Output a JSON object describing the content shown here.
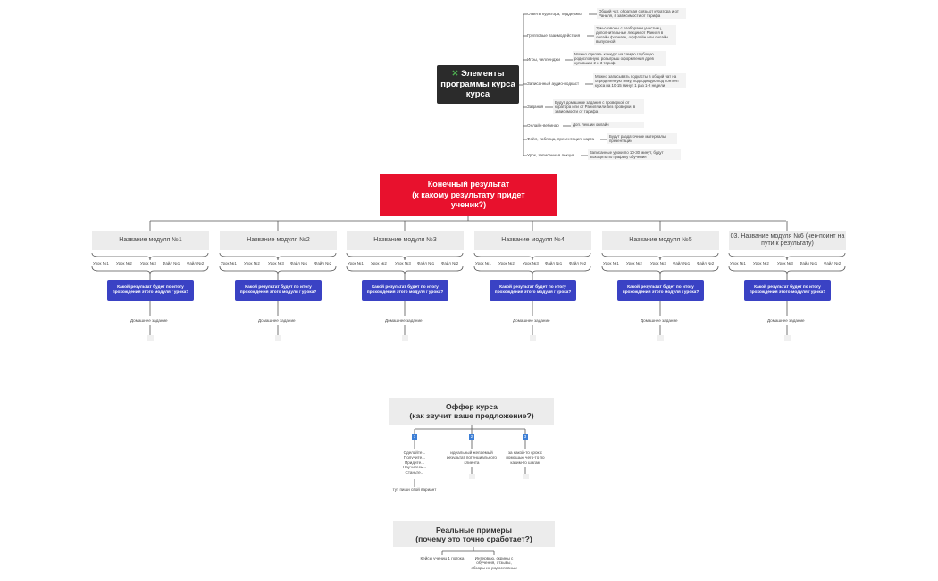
{
  "top": {
    "central_icon": "pin-icon",
    "central_title": "Элементы программы курса курса",
    "branches": [
      {
        "label": "Ответы куратора, поддержка",
        "desc": "Общий чат, обратная связь от куратора и от Раниля, в зависимости от тарифа"
      },
      {
        "label": "Групповые взаимодействия",
        "desc": "Зум-созвоны с разборами участниц, дополнительные лекции от Раниля в онлайн формате, оффлайн или онлайн выпускной"
      },
      {
        "label": "Игры, челленджи",
        "desc": "Можно сделать конкурс на самую глубокую родословную, розыгрыш оформления древ купившим 2 и 3 тариф"
      },
      {
        "label": "Записанный аудио-подкаст",
        "desc": "Можно записывать подкасты в общий чат на определенную тему, подходящую под контент курса на 10-15 минут 1 раз 1-2 недели"
      },
      {
        "label": "Задания",
        "desc": "Будут домашние задания с проверкой от куратора или от Раниля или без проверки, в зависимости от тарифа"
      },
      {
        "label": "Онлайн-вебинар",
        "desc": "Доп. лекции онлайн"
      },
      {
        "label": "Файл, таблица, презентация, карта",
        "desc": "Будут раздаточные материалы, презентации"
      },
      {
        "label": "Урок, записанная лекция",
        "desc": "Записанные уроки по 10-30 минут, будут выходить по графику обучения"
      }
    ]
  },
  "result": {
    "line1": "Конечный результат",
    "line2": "(к какому результату придет ученик?)"
  },
  "modules": [
    {
      "title": "Название модуля №1"
    },
    {
      "title": "Название модуля №2"
    },
    {
      "title": "Название модуля №3"
    },
    {
      "title": "Название модуля №4"
    },
    {
      "title": "Название модуля №5"
    },
    {
      "title": "03. Название модуля №6 (чек-поинт на пути к результату)"
    }
  ],
  "lessons": [
    "Урок №1",
    "Урок №2",
    "Урок №3",
    "Файл №1",
    "Файл №2"
  ],
  "module_question": "Какой результат будет по итогу прохождения этого модуля / урока?",
  "homework": "Домашнее задание",
  "offer": {
    "line1": "Оффер курса",
    "line2": "(как звучит ваше предложение?)",
    "items": [
      {
        "num": "1",
        "text": "Сделайте... Получите... Придите... Научитесь... Станьте...",
        "note": "тут пиши свой вариант"
      },
      {
        "num": "2",
        "text": "идеальный желаемый результат потенциального клиента"
      },
      {
        "num": "3",
        "text": "за какой-то срок с помощью чего-то по каким-то шагам"
      }
    ]
  },
  "examples": {
    "line1": "Реальные примеры",
    "line2": "(почему это точно сработает?)",
    "items": [
      "Кейсы учениц 1 потока",
      "Интервью, скрины с обучения, отзывы, обзоры их родословных"
    ]
  }
}
